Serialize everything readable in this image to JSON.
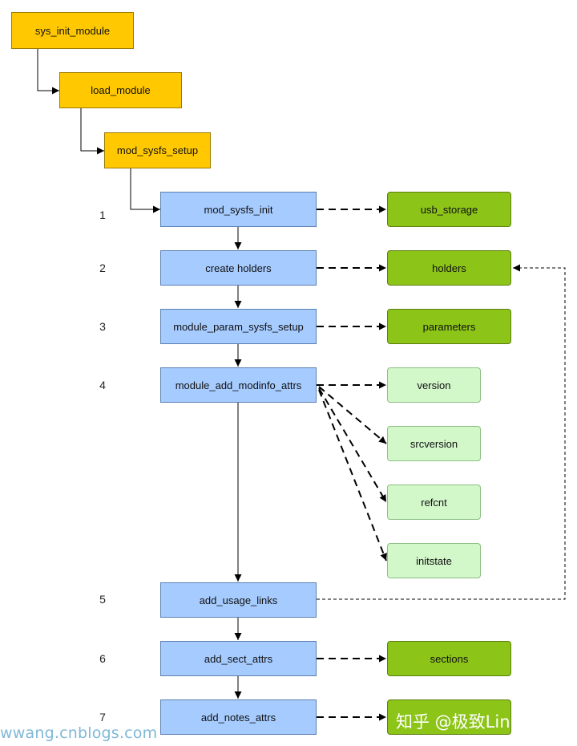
{
  "nodes": {
    "sys_init_module": "sys_init_module",
    "load_module": "load_module",
    "mod_sysfs_setup": "mod_sysfs_setup",
    "mod_sysfs_init": "mod_sysfs_init",
    "create_holders": "create holders",
    "module_param_sysfs_setup": "module_param_sysfs_setup",
    "module_add_modinfo_attrs": "module_add_modinfo_attrs",
    "add_usage_links": "add_usage_links",
    "add_sect_attrs": "add_sect_attrs",
    "add_notes_attrs": "add_notes_attrs",
    "usb_storage": "usb_storage",
    "holders": "holders",
    "parameters": "parameters",
    "version": "version",
    "srcversion": "srcversion",
    "refcnt": "refcnt",
    "initstate": "initstate",
    "sections": "sections"
  },
  "steps": [
    "1",
    "2",
    "3",
    "4",
    "5",
    "6",
    "7"
  ],
  "watermarks": {
    "left": "wwang.cnblogs.com",
    "right": "知乎 @极致Linux内核"
  },
  "colors": {
    "call_chain": "#ffc800",
    "step_function": "#a6cbff",
    "sysfs_dir": "#8cc418",
    "sysfs_attr": "#d2f7c9"
  }
}
